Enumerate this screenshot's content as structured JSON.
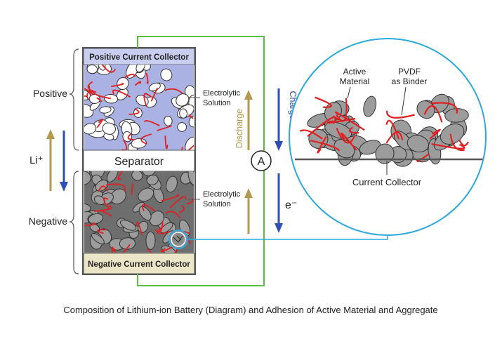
{
  "labels": {
    "positive_collector": "Positive Current Collector",
    "negative_collector": "Negative Current Collector",
    "separator": "Separator",
    "positive": "Positive",
    "negative": "Negative",
    "li_ion": "Li⁺",
    "electrolytic_top_1": "Electrolytic",
    "electrolytic_top_2": "Solution",
    "electrolytic_bottom_1": "Electrolytic",
    "electrolytic_bottom_2": "Solution",
    "discharge": "Discharge",
    "charge": "Charge",
    "ammeter": "A",
    "electron": "e⁻",
    "active_material_1": "Active",
    "active_material_2": "Material",
    "pvdf_1": "PVDF",
    "pvdf_2": "as Binder",
    "current_collector": "Current Collector"
  },
  "caption": "Composition of Lithium-ion Battery (Diagram) and Adhesion of Active Material and Aggregate",
  "colors": {
    "positive_collector_fill": "#c9cdf0",
    "negative_collector_fill": "#ece6c8",
    "wire_green": "#5bbf3f",
    "wire_blue": "#2ca9dc",
    "arrow_gold": "#b39a4e",
    "arrow_blue": "#2f4fb5",
    "binder_red": "#e02020",
    "particle_gray": "#9c9c9c",
    "particle_white": "#ffffff",
    "electrolyte_lavender": "#aab2e3",
    "negative_bg": "#6e6e6e"
  }
}
